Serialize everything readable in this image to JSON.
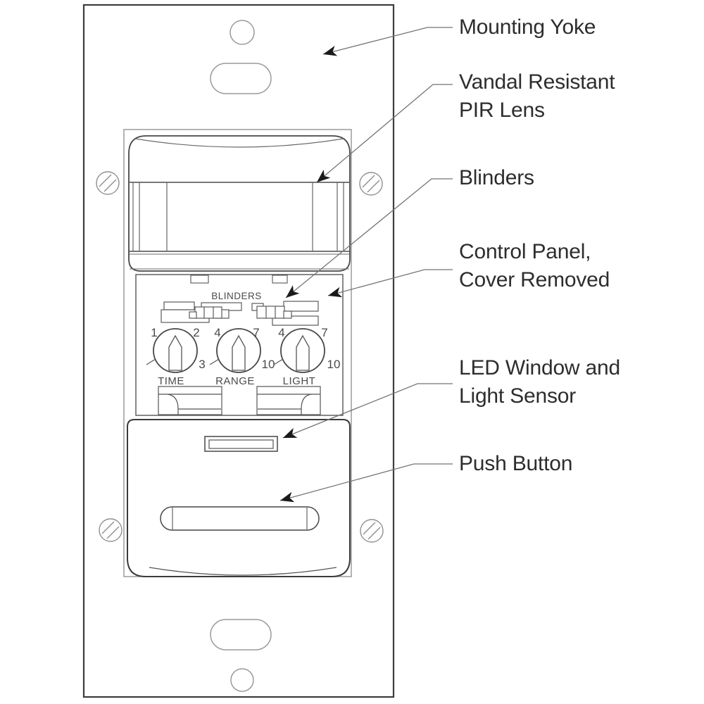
{
  "callouts": [
    {
      "id": "mounting-yoke",
      "lines": [
        "Mounting Yoke"
      ]
    },
    {
      "id": "pir-lens",
      "lines": [
        "Vandal Resistant",
        "PIR Lens"
      ]
    },
    {
      "id": "blinders",
      "lines": [
        "Blinders"
      ]
    },
    {
      "id": "control-panel",
      "lines": [
        "Control Panel,",
        "Cover Removed"
      ]
    },
    {
      "id": "led-window",
      "lines": [
        "LED Window and",
        "Light Sensor"
      ]
    },
    {
      "id": "push-button",
      "lines": [
        "Push Button"
      ]
    }
  ],
  "panel": {
    "blinders_label": "BLINDERS",
    "dials": [
      {
        "name": "TIME",
        "ticks": [
          "1",
          "2",
          "3"
        ]
      },
      {
        "name": "RANGE",
        "ticks": [
          "4",
          "7",
          "10"
        ]
      },
      {
        "name": "LIGHT",
        "ticks": [
          "4",
          "7",
          "10"
        ]
      }
    ]
  },
  "colors": {
    "outline": "#3d3d3d",
    "secondary": "#555555",
    "light": "#9a9a9a",
    "leader": "#757575",
    "arrow": "#1a1a1a",
    "text": "#2d2d2d"
  }
}
